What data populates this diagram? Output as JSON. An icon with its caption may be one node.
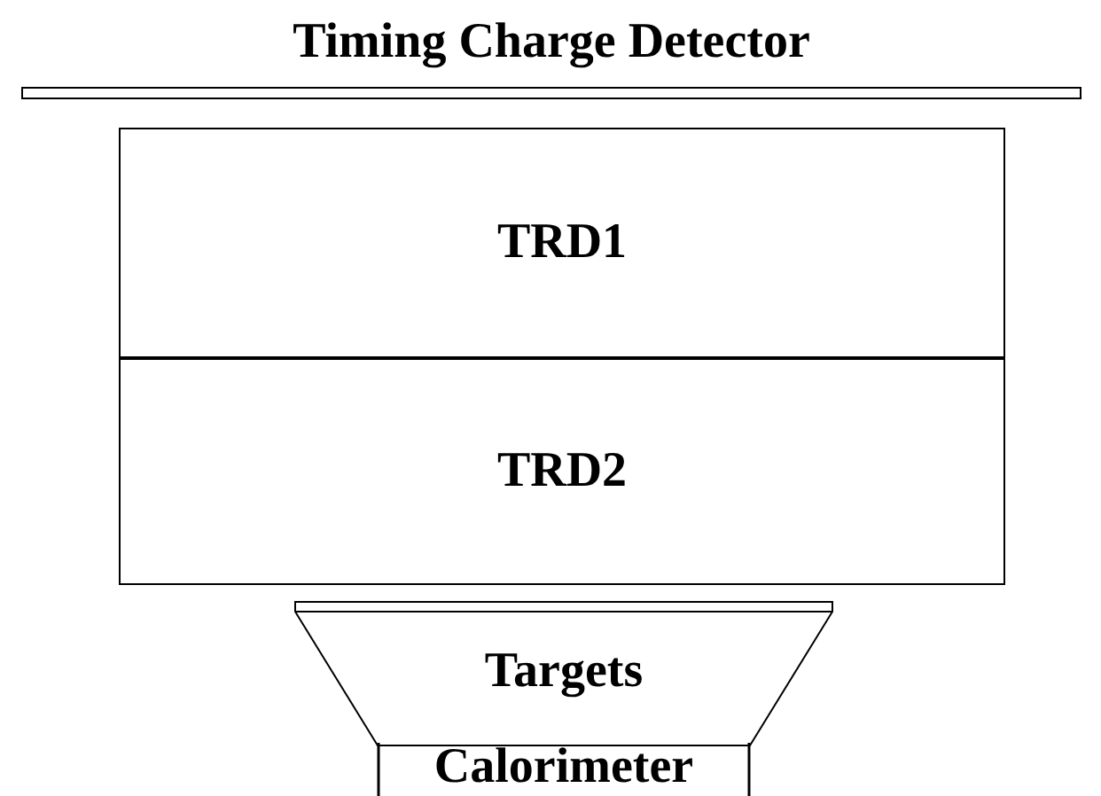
{
  "diagram": {
    "nodes": [
      {
        "text": [
          "Timing Charge Detector"
        ]
      },
      {
        "text": [
          "TRD1"
        ]
      },
      {
        "text": [
          "TRD2"
        ]
      },
      {
        "text": [
          "Targets"
        ]
      },
      {
        "text": [
          "Calorimeter"
        ]
      }
    ],
    "edges": []
  }
}
